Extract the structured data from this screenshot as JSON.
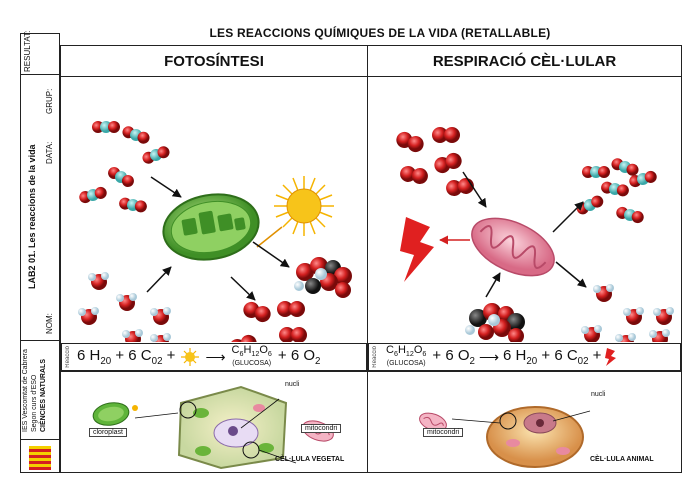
{
  "page": {
    "title": "LES REACCIONS QUÍMIQUES DE LA VIDA (RETALLABLE)"
  },
  "sidebar": {
    "resultat": "RESULTAT:",
    "lab": "LAB2 01. Les reaccions de la vida",
    "data": "DATA:",
    "grup": "GRUP:",
    "nom": "NOM:",
    "school_1": "IES Vescomtat de Cabrera",
    "school_2": "Segon curs d'ESO",
    "school_3": "CIÈNCIES NATURALS"
  },
  "left": {
    "header": "FOTOSÍNTESI",
    "reaction_label": "Reacció",
    "eq_a": "6 H20 + 6 C02 +",
    "eq_formula": "C6H12O6",
    "eq_glucose": "(GLUCOSA)",
    "eq_b": "+ 6 O2",
    "cloroplast": "cloroplast",
    "mitocondri": "mitocondri",
    "nucli": "nucli",
    "cell_caption": "CÈL·LULA VEGETAL"
  },
  "right": {
    "header": "RESPIRACIÓ CÈL·LULAR",
    "reaction_label": "Reacció",
    "eq_formula": "C6H12O6",
    "eq_glucose": "(GLUCOSA)",
    "eq_a": "+ 6 O2",
    "eq_b": "6 H20 + 6 C02 +",
    "mitocondri": "mitocondri",
    "nucli": "nucli",
    "cell_caption": "CÈL·LULA ANIMAL"
  },
  "colors": {
    "oxygen": "#d42020",
    "carbon": "#2a2a2a",
    "co2_carbon": "#4cb8b8",
    "hydrogen": "#d8ecf4",
    "chloroplast": "#5fb43a",
    "mitochondrion": "#e88aa0",
    "sun": "#f5b400",
    "energy": "#e02020"
  }
}
